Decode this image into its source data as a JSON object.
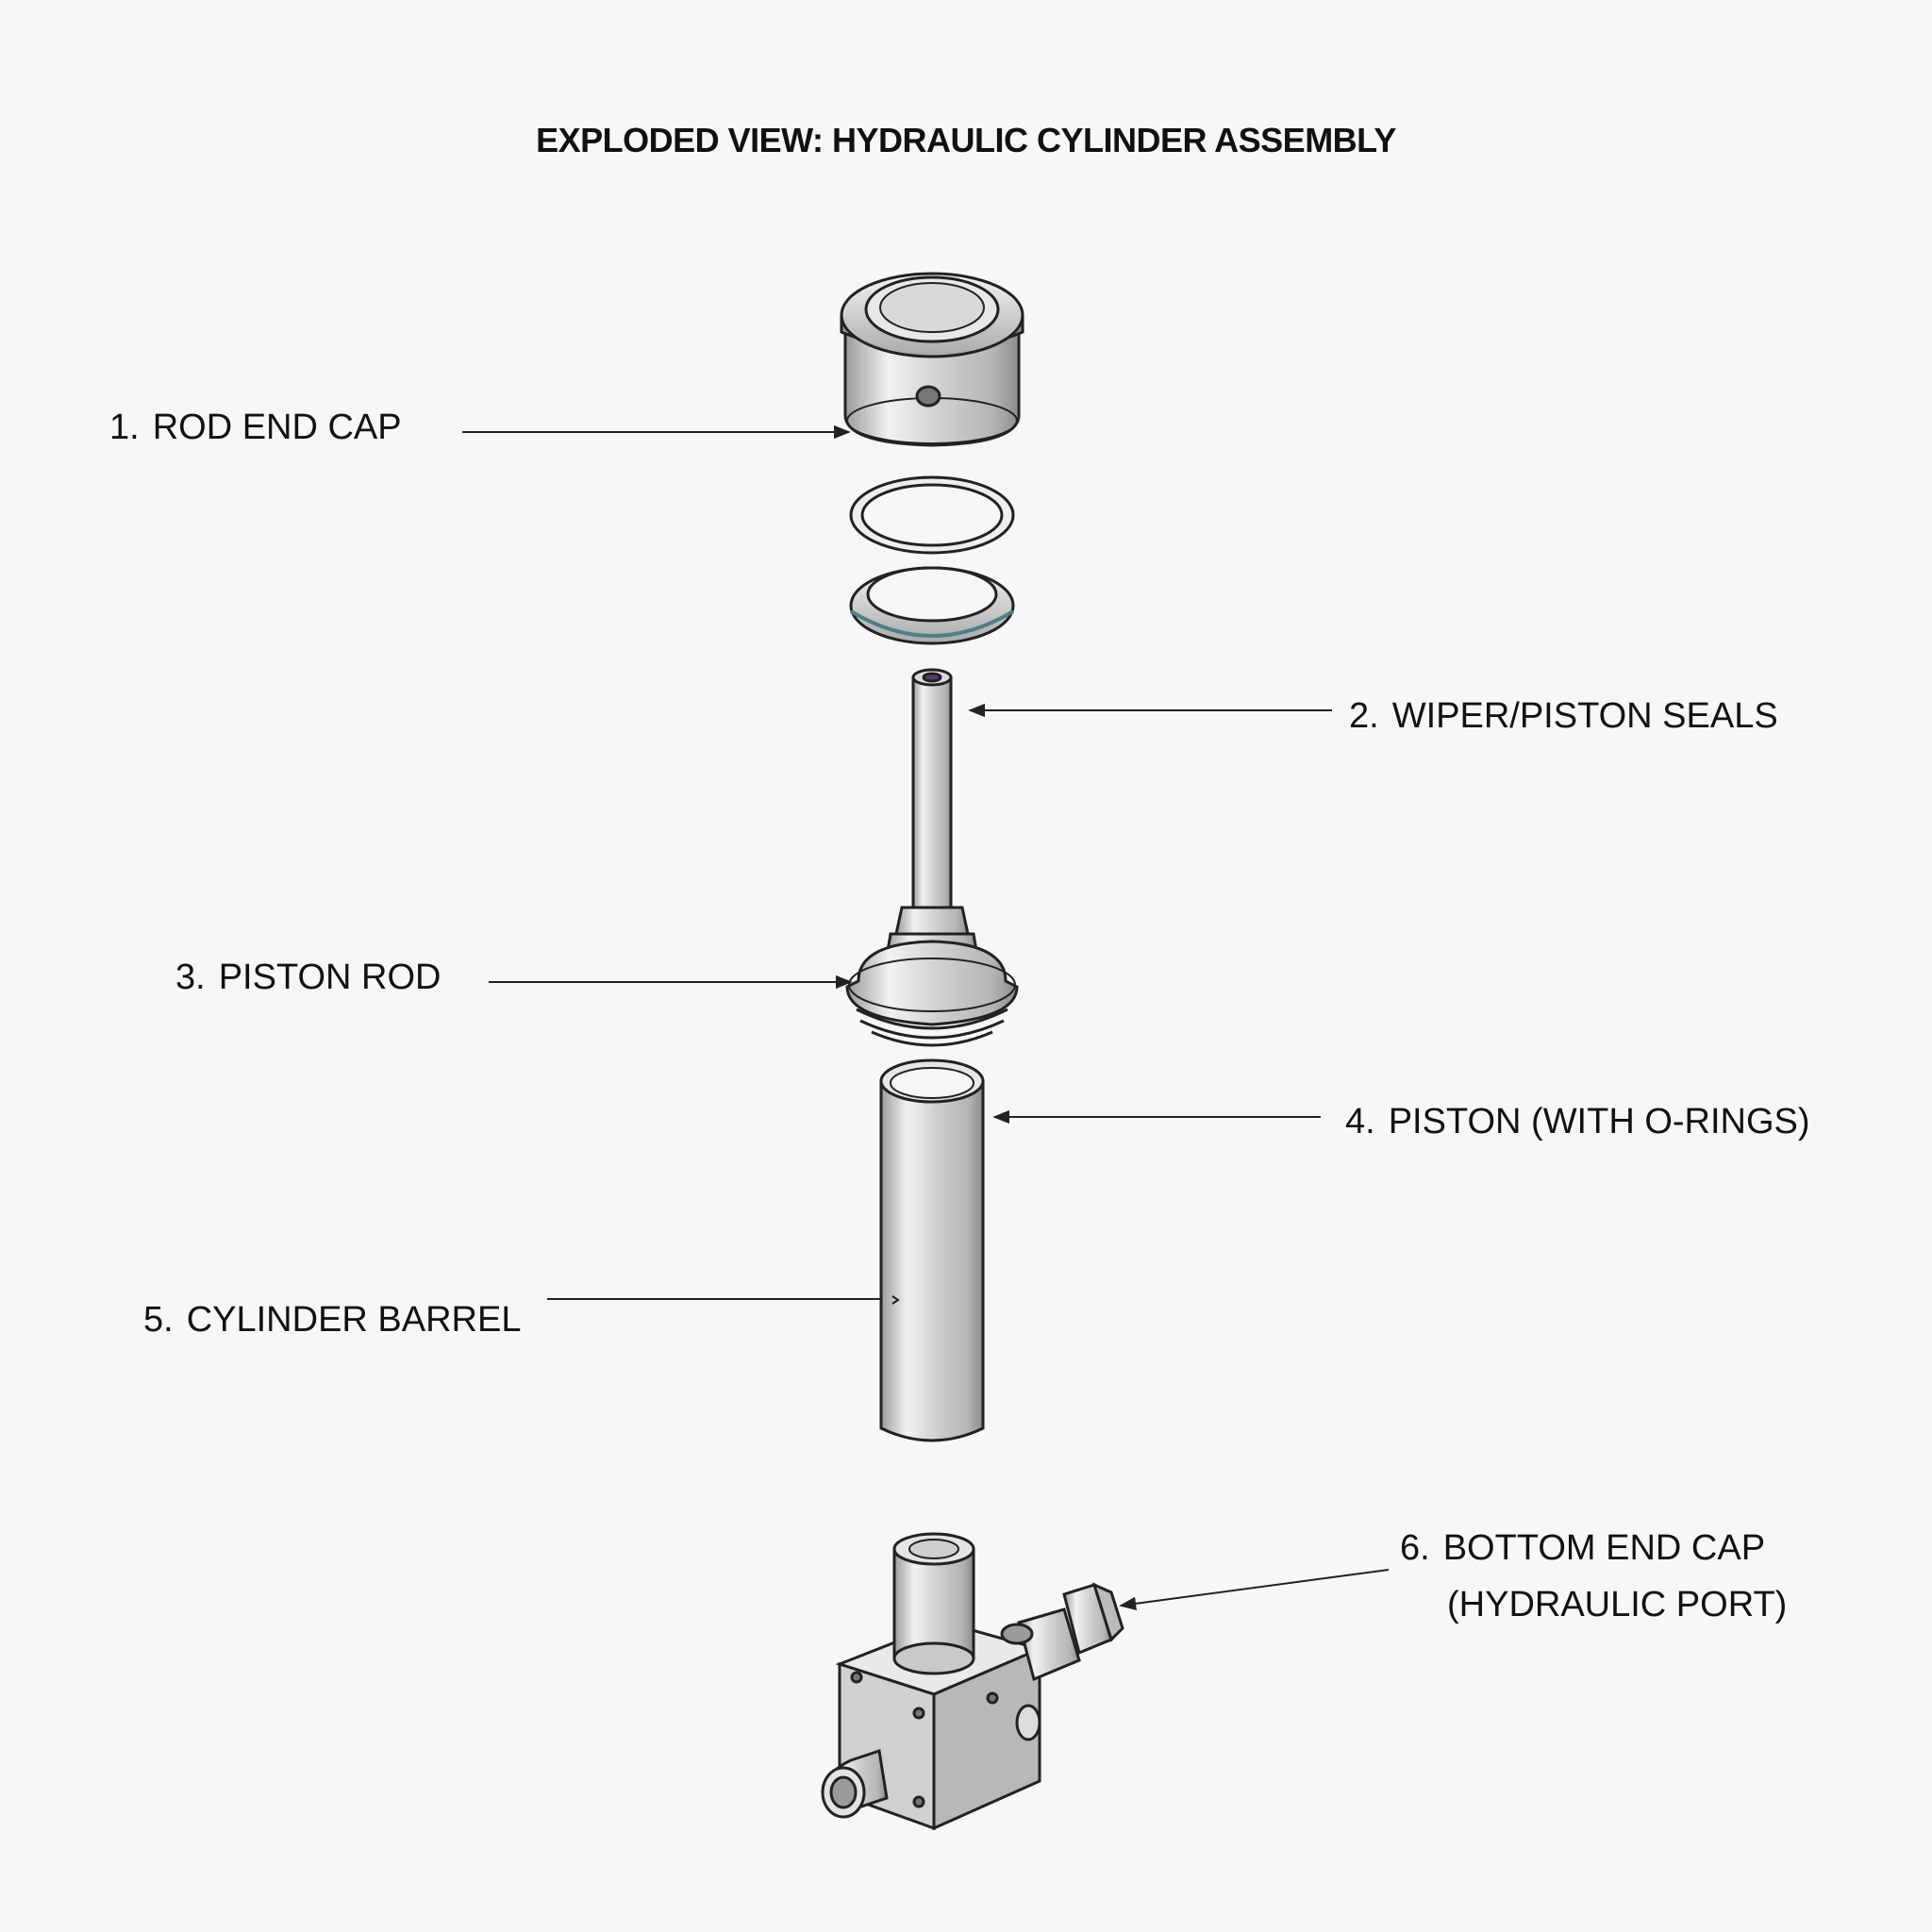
{
  "title": "EXPLODED VIEW: HYDRAULIC CYLINDER ASSEMBLY",
  "parts": [
    {
      "num": "1.",
      "label": "ROD END CAP"
    },
    {
      "num": "2.",
      "label": "WIPER/PISTON SEALS"
    },
    {
      "num": "3.",
      "label": "PISTON ROD"
    },
    {
      "num": "4.",
      "label": "PISTON (WITH O-RINGS)"
    },
    {
      "num": "5.",
      "label": "CYLINDER BARREL"
    },
    {
      "num": "6.",
      "label": "BOTTOM END CAP",
      "label2": "(HYDRAULIC PORT)"
    }
  ],
  "colors": {
    "background": "#f7f7f6",
    "line": "#222222",
    "metal_light": "#f0f0f0",
    "metal_mid": "#c8c8c8",
    "metal_dark": "#8a8a8a",
    "seal_accent": "#4d7f86"
  }
}
